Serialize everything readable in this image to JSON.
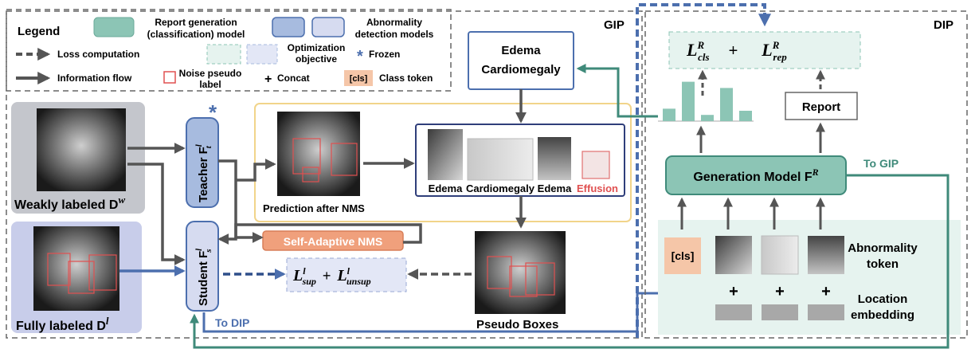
{
  "legend": {
    "title": "Legend",
    "report_model": "Report generation (classification) model",
    "report_model_line1": "Report generation",
    "report_model_line2": "(classification) model",
    "abnormality_models_line1": "Abnormality",
    "abnormality_models_line2": "detection models",
    "loss_computation": "Loss computation",
    "optimization_line1": "Optimization",
    "optimization_line2": "objective",
    "frozen": "Frozen",
    "information_flow": "Information flow",
    "noise_line1": "Noise pseudo",
    "noise_line2": "label",
    "concat": "Concat",
    "cls_token_box": "[cls]",
    "class_token": "Class token"
  },
  "gip": {
    "label": "GIP",
    "weakly_labeled": "Weakly labeled D",
    "weakly_sup": "w",
    "fully_labeled": "Fully labeled D",
    "fully_sup": "l",
    "teacher": "Teacher F",
    "teacher_sup": "l",
    "teacher_sub": "t",
    "student": "Student F",
    "student_sup": "l",
    "student_sub": "s",
    "frozen_star": "*",
    "prediction_after_nms": "Prediction after NMS",
    "crops": [
      "Edema",
      "Cardiomegaly",
      "Edema",
      "Effusion"
    ],
    "edema_cardiomegaly_line1": "Edema",
    "edema_cardiomegaly_line2": "Cardiomegaly",
    "self_adaptive_nms": "Self-Adaptive NMS",
    "pseudo_boxes": "Pseudo Boxes",
    "loss_l": "L",
    "loss_sup_super": "l",
    "loss_sup_sub": "sup",
    "loss_plus": "+",
    "loss_unsup_super": "l",
    "loss_unsup_sub": "unsup",
    "to_dip": "To DIP"
  },
  "dip": {
    "label": "DIP",
    "loss_l": "L",
    "loss_cls_super": "R",
    "loss_cls_sub": "cls",
    "loss_plus": "+",
    "loss_rep_super": "R",
    "loss_rep_sub": "rep",
    "report": "Report",
    "generation_model": "Generation Model F",
    "generation_sup": "R",
    "to_gip": "To GIP",
    "cls_token": "[cls]",
    "abnormality_line1": "Abnormality",
    "abnormality_line2": "token",
    "location_line1": "Location",
    "location_line2": "embedding",
    "plus": "+"
  },
  "bar_chart": {
    "values": [
      0.3,
      0.95,
      0.15,
      0.8,
      0.25
    ]
  },
  "colors": {
    "teal": "#8cc5b5",
    "teal_dark": "#3f8a7a",
    "blue_box": "#a7bbdf",
    "blue_border": "#4c6fae",
    "lavender": "#d6dbf0",
    "orange": "#f0a07c",
    "red": "#e05050",
    "gray_arrow": "#555555",
    "yellow_border": "#f1d48a"
  }
}
